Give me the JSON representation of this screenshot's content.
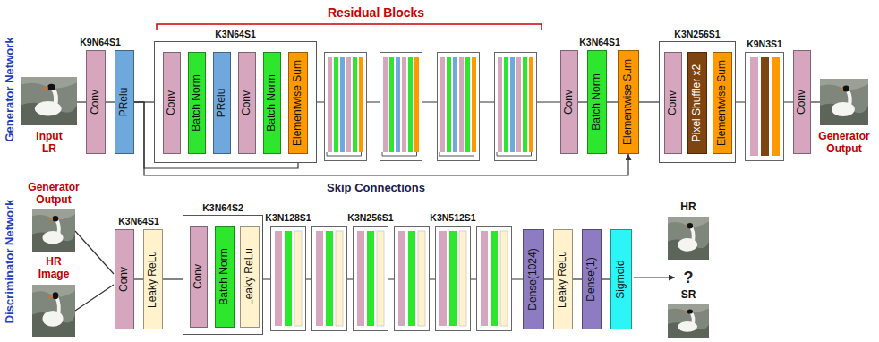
{
  "diagram": {
    "nodes": [
      {
        "text": [
          "Conv"
        ]
      },
      {
        "text": [
          "PRelu"
        ]
      },
      {
        "text": [
          "K3N64S1"
        ]
      },
      {
        "text": [
          "Conv"
        ],
        "in": 2
      },
      {
        "text": [
          "Batch Norm"
        ],
        "in": 2
      },
      {
        "text": [
          "PRelu"
        ],
        "in": 2
      },
      {
        "text": [
          "Conv"
        ],
        "in": 2
      },
      {
        "text": [
          "Batch Norm"
        ],
        "in": 2
      },
      {
        "text": [
          "Elementwise Sum"
        ],
        "in": 2
      },
      {
        "text": [
          "Conv"
        ]
      },
      {
        "text": [
          "Batch Norm"
        ]
      },
      {
        "text": [
          "Elementwise Sum"
        ]
      },
      {
        "text": [
          "K3N256S1"
        ]
      },
      {
        "text": [
          "Conv"
        ],
        "in": 12
      },
      {
        "text": [
          "Pixel Shuffler x2"
        ],
        "in": 12
      },
      {
        "text": [
          "Elementwise Sum"
        ],
        "in": 12
      },
      {
        "text": [
          "Conv"
        ]
      },
      {
        "text": [
          "Conv"
        ]
      },
      {
        "text": [
          "Leaky ReLu"
        ]
      },
      {
        "text": [
          "K3N64S2"
        ]
      },
      {
        "text": [
          "Conv"
        ],
        "in": 19
      },
      {
        "text": [
          "Batch Norm"
        ],
        "in": 19
      },
      {
        "text": [
          "Leaky ReLu"
        ],
        "in": 19
      },
      {
        "text": [
          "Dense(1024)"
        ]
      },
      {
        "text": [
          "Leaky ReLu"
        ]
      },
      {
        "text": [
          "Dense(1)"
        ]
      },
      {
        "text": [
          "Sigmoid"
        ]
      }
    ],
    "edges": [
      {
        "from": 0,
        "to": 1,
        "arrow": "none"
      },
      {
        "from": 1,
        "to": 2,
        "arrow": "none"
      },
      {
        "from": 3,
        "to": 4,
        "arrow": "none"
      },
      {
        "from": 4,
        "to": 5,
        "arrow": "none"
      },
      {
        "from": 5,
        "to": 6,
        "arrow": "none"
      },
      {
        "from": 6,
        "to": 7,
        "arrow": "none"
      },
      {
        "from": 7,
        "to": 8,
        "arrow": "none"
      },
      {
        "from": 2,
        "to": 9,
        "arrow": "none"
      },
      {
        "from": 9,
        "to": 10,
        "arrow": "none"
      },
      {
        "from": 10,
        "to": 11,
        "arrow": "none"
      },
      {
        "from": 11,
        "to": 12,
        "arrow": "none"
      },
      {
        "from": 13,
        "to": 14,
        "arrow": "none"
      },
      {
        "from": 14,
        "to": 15,
        "arrow": "none"
      },
      {
        "from": 12,
        "to": 16,
        "arrow": "none"
      },
      {
        "from": 1,
        "to": 8,
        "arrow": "to"
      },
      {
        "from": 1,
        "to": 11,
        "arrow": "to"
      },
      {
        "from": 17,
        "to": 18,
        "arrow": "none"
      },
      {
        "from": 18,
        "to": 19,
        "arrow": "none"
      },
      {
        "from": 20,
        "to": 21,
        "arrow": "none"
      },
      {
        "from": 21,
        "to": 22,
        "arrow": "none"
      },
      {
        "from": 19,
        "to": 23,
        "arrow": "none"
      },
      {
        "from": 23,
        "to": 24,
        "arrow": "none"
      },
      {
        "from": 24,
        "to": 25,
        "arrow": "none"
      },
      {
        "from": 25,
        "to": 26,
        "arrow": "none"
      }
    ],
    "labels": [
      "Generator Network",
      "Residual Blocks",
      "Input LR",
      "K9N64S1",
      "K3N64S1",
      "K9N3S1",
      "Generator Output",
      "Skip Connections",
      "Discriminator Network",
      "Generator Output",
      "HR Image",
      "K3N64S1",
      "K3N128S1",
      "K3N256S1",
      "K3N512S1",
      "HR",
      "?",
      "SR"
    ]
  }
}
